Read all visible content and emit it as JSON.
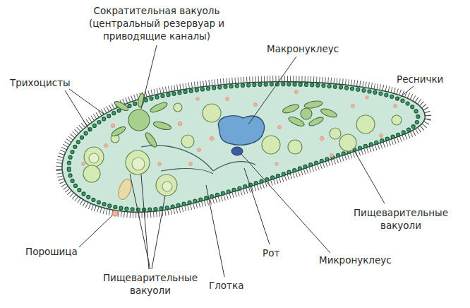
{
  "diagram": {
    "labels": [
      "Сократительная вакуоль (центральный резервуар и приводящие каналы)",
      "Макронуклеус",
      "Трихоцисты",
      "Реснички",
      "Пищеварительные вакуоли",
      "Порошица",
      "Рот",
      "Микронуклеус",
      "Пищеварительные вакуоли",
      "Глотка"
    ]
  }
}
